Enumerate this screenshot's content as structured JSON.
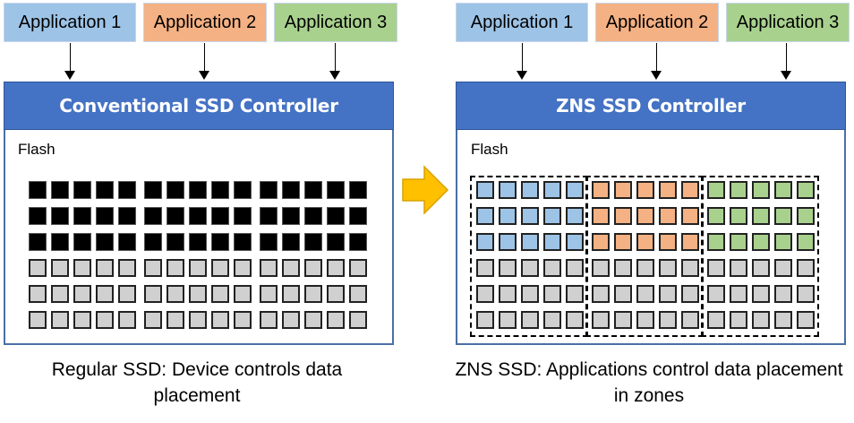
{
  "colors": {
    "app1": "#9dc3e6",
    "app2": "#f4b183",
    "app3": "#a9d18e",
    "controller": "#4472c4",
    "used_block": "#000000",
    "free_block": "#d0d0d0",
    "arrow": "#ffc000"
  },
  "left": {
    "apps": [
      {
        "label": "Application 1",
        "color_key": "app1"
      },
      {
        "label": "Application 2",
        "color_key": "app2"
      },
      {
        "label": "Application 3",
        "color_key": "app3"
      }
    ],
    "controller_label": "Conventional SSD Controller",
    "flash_label": "Flash",
    "grid": {
      "rows": 6,
      "groups": 3,
      "cols_per_group": 5,
      "used_rows": 3
    },
    "caption": "Regular SSD: Device controls data placement"
  },
  "right": {
    "apps": [
      {
        "label": "Application 1",
        "color_key": "app1"
      },
      {
        "label": "Application 2",
        "color_key": "app2"
      },
      {
        "label": "Application 3",
        "color_key": "app3"
      }
    ],
    "controller_label": "ZNS SSD Controller",
    "flash_label": "Flash",
    "grid": {
      "rows": 6,
      "zones": 3,
      "cols_per_zone": 5,
      "used_rows": 3
    },
    "caption": "ZNS SSD: Applications control data placement in zones"
  },
  "transition_arrow": "right-arrow"
}
